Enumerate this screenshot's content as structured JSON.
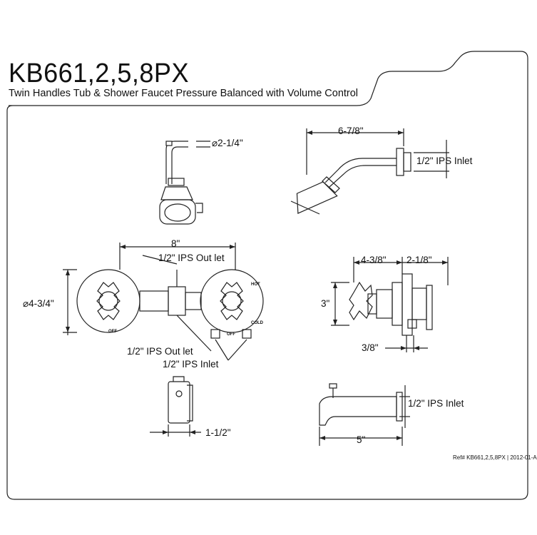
{
  "title": {
    "model": "KB661,2,5,8PX",
    "description": "Twin Handles Tub & Shower Faucet Pressure Balanced with Volume Control"
  },
  "dimensions": {
    "showerhead_diameter": "⌀2-1/4\"",
    "shower_arm_length": "6-7/8\"",
    "shower_inlet": "1/2\" IPS Inlet",
    "center_spacing": "8\"",
    "ips_outlet_top": "1/2\" IPS Out let",
    "escutcheon_diameter": "⌀4-3/4\"",
    "ips_outlet_bottom": "1/2\" IPS Out let",
    "ips_inlet_valve": "1/2\" IPS Inlet",
    "handle_depth": "4-3/8\"",
    "body_depth": "2-1/8\"",
    "handle_height": "3\"",
    "min_wall": "3/8\"",
    "diverter_projection": "1-1/2\"",
    "spout_inlet": "1/2\" IPS Inlet",
    "spout_length": "5\""
  },
  "handle_markings": {
    "left_off": "OFF",
    "right_hot": "HOT",
    "right_cold": "COLD",
    "right_off": "OFF"
  },
  "reference": "Ref# KB661,2,5,8PX | 2012-01-A"
}
